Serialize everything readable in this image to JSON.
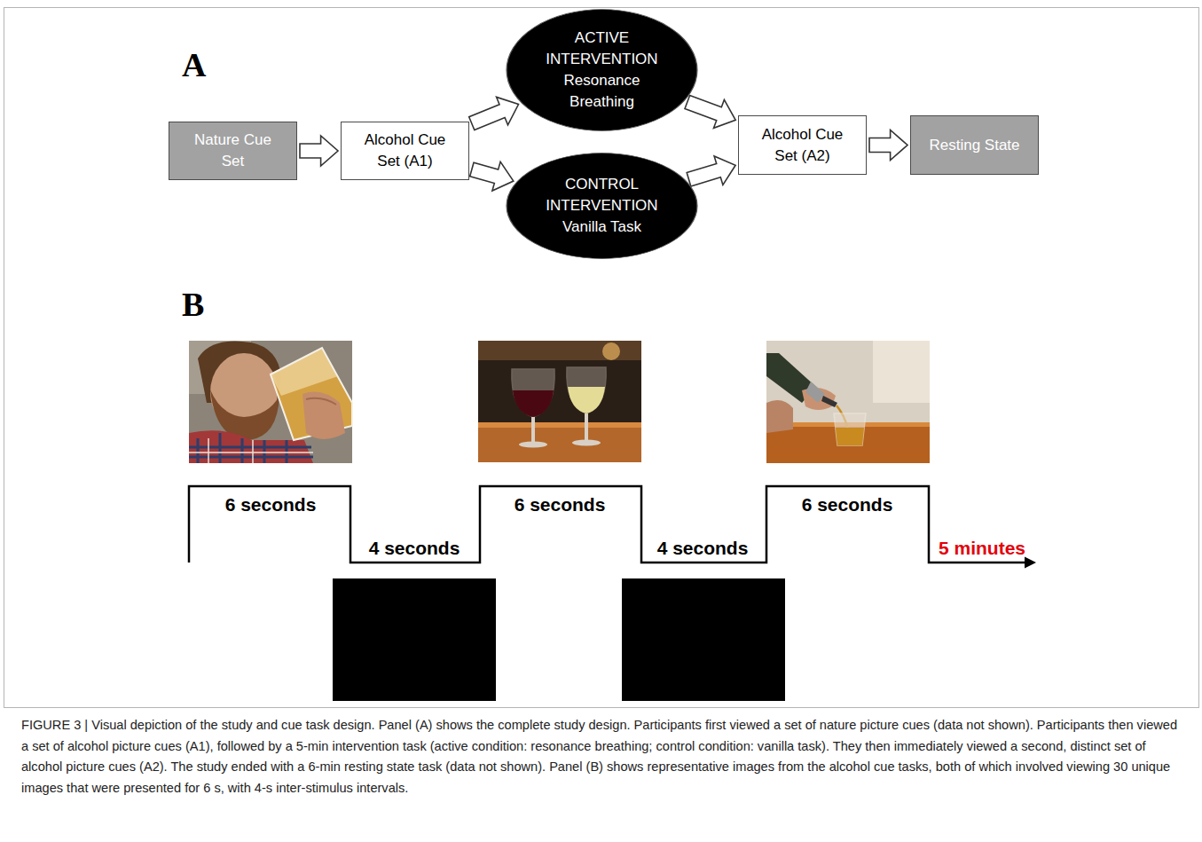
{
  "diagram": {
    "caption": "FIGURE 3 | Visual depiction of the study and cue task design. Panel (A) shows the complete study design. Participants first viewed a set of nature picture cues (data not shown). Participants then viewed a set of alcohol picture cues (A1), followed by a 5-min intervention task (active condition: resonance breathing; control condition: vanilla task). They then immediately viewed a second, distinct set of alcohol picture cues (A2). The study ended with a 6-min resting state task (data not shown). Panel (B) shows representative images from the alcohol cue tasks, both of which involved viewing 30 unique images that were presented for 6 s, with 4-s inter-stimulus intervals.",
    "nodes": [
      {
        "text": [
          "Nature Cue Set"
        ]
      },
      {
        "text": [
          "Alcohol Cue Set (A1)"
        ]
      },
      {
        "text": [
          "ACTIVE INTERVENTION",
          "Resonance Breathing"
        ]
      },
      {
        "text": [
          "CONTROL INTERVENTION",
          "Vanilla Task"
        ]
      },
      {
        "text": [
          "Alcohol Cue Set (A2)"
        ]
      },
      {
        "text": [
          "Resting State"
        ]
      }
    ],
    "edges": [
      {
        "from": 0,
        "to": 1,
        "arrow": "to"
      },
      {
        "from": 1,
        "to": 2,
        "arrow": "to"
      },
      {
        "from": 1,
        "to": 3,
        "arrow": "to"
      },
      {
        "from": 2,
        "to": 4,
        "arrow": "to"
      },
      {
        "from": 3,
        "to": 4,
        "arrow": "to"
      },
      {
        "from": 4,
        "to": 5,
        "arrow": "to"
      }
    ],
    "labels": [
      "A",
      "B",
      "6 seconds",
      "4 seconds",
      "6 seconds",
      "4 seconds",
      "6 seconds",
      "5 minutes"
    ]
  }
}
